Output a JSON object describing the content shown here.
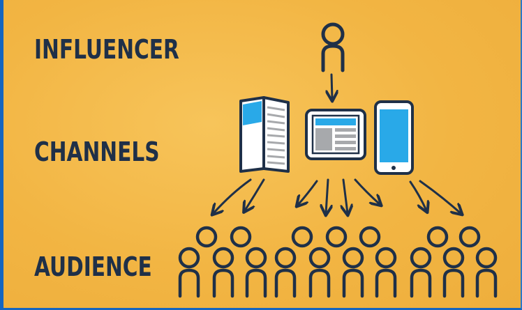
{
  "labels": {
    "influencer": "INFLUENCER",
    "channels": "CHANNELS",
    "audience": "AUDIENCE"
  },
  "icons": {
    "influencer": "person-icon",
    "channels": [
      "brochure-icon",
      "tablet-icon",
      "smartphone-icon"
    ],
    "audience": "people-group-icon"
  },
  "colors": {
    "background": "#f2b543",
    "ink": "#1f3048",
    "screen_blue": "#29a9e8",
    "frame_blue": "#1565c0",
    "gray": "#a7a9ac"
  }
}
